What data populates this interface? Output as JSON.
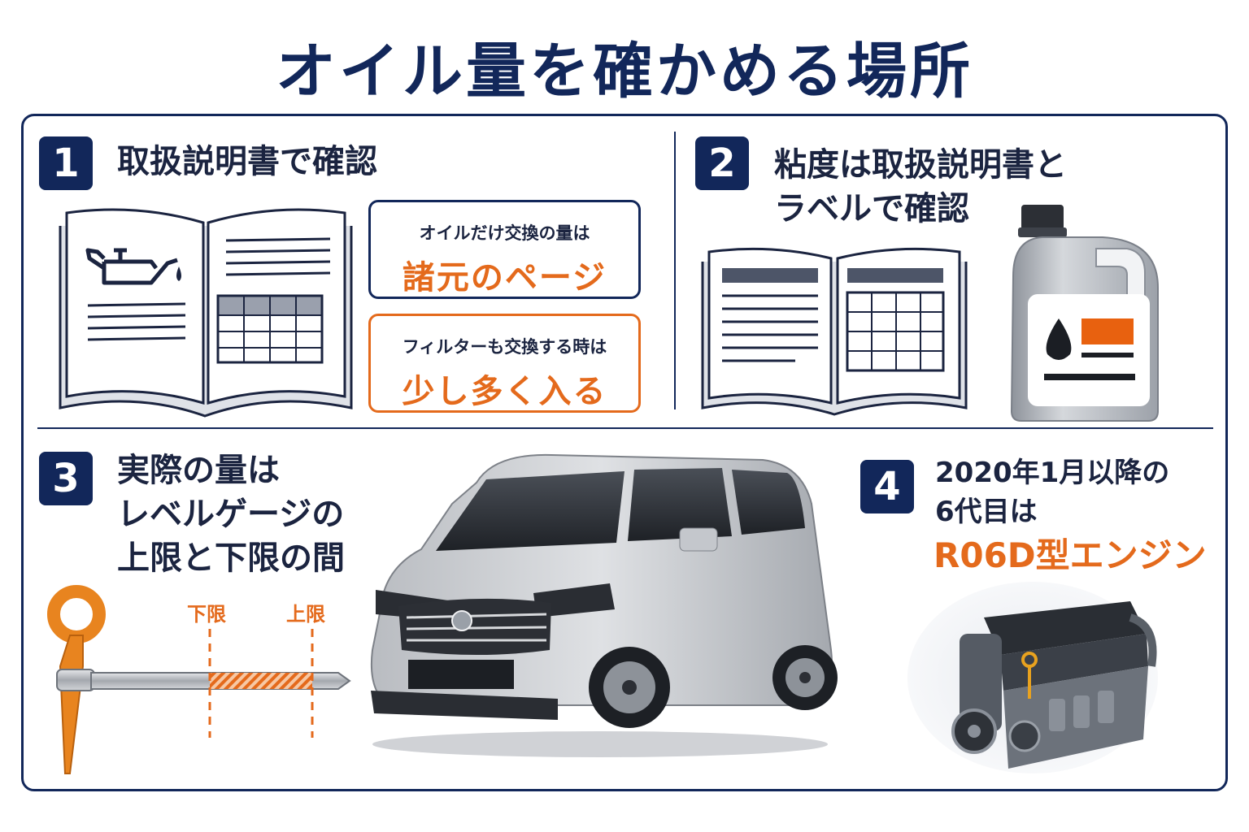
{
  "title": "オイル量を確かめる場所",
  "sections": [
    {
      "number": "1",
      "heading": "取扱説明書で確認"
    },
    {
      "number": "2",
      "heading": "粘度は取扱説明書と\nラベルで確認"
    },
    {
      "number": "3",
      "heading": "実際の量は\nレベルゲージの\n上限と下限の間"
    },
    {
      "number": "4",
      "heading_line1": "2020年1月以降の",
      "heading_line2": "6代目は",
      "engine": "R06D型エンジン"
    }
  ],
  "info_boxes": [
    {
      "small": "オイルだけ交換の量は",
      "big": "諸元のページ"
    },
    {
      "small": "フィルターも交換する時は",
      "big": "少し多く入る"
    }
  ],
  "dipstick": {
    "lower_label": "下限",
    "upper_label": "上限"
  },
  "colors": {
    "navy": "#12275a",
    "orange": "#e46a1c"
  },
  "icons": [
    "oil-can-icon",
    "open-manual-icon",
    "oil-bottle-icon",
    "dipstick-icon",
    "car-illustration",
    "engine-illustration"
  ]
}
